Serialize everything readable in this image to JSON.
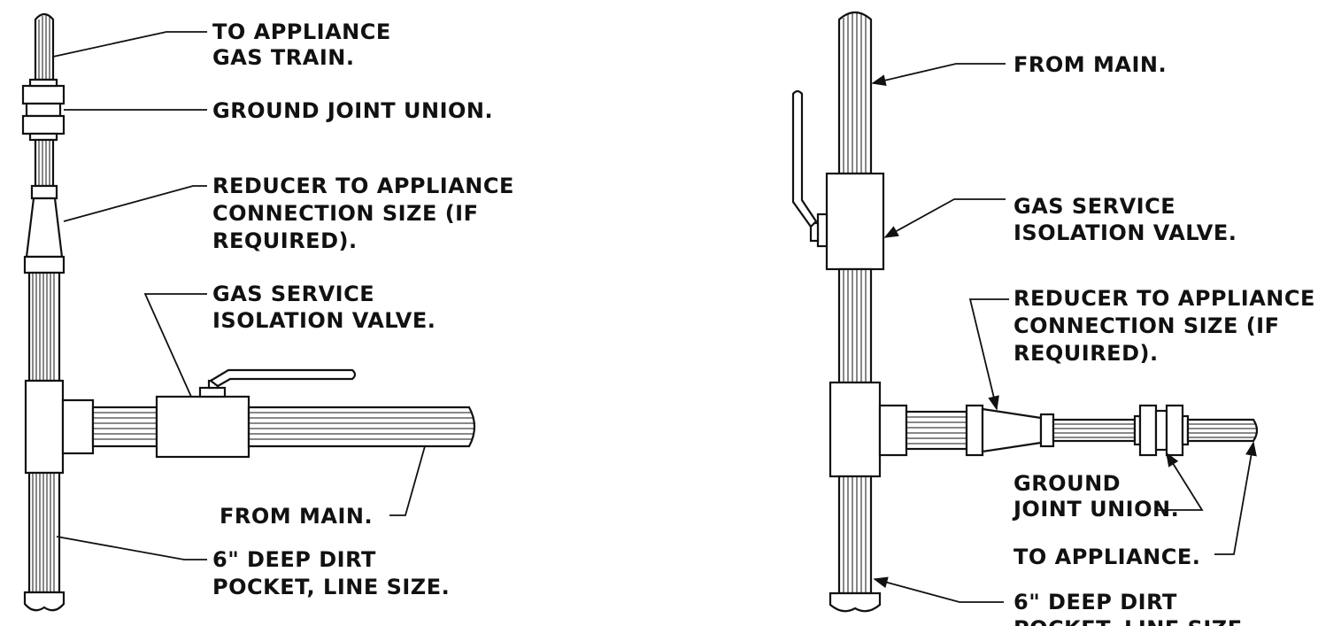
{
  "left_detail": {
    "labels": [
      {
        "line1": "TO APPLIANCE",
        "line2": "GAS TRAIN."
      },
      {
        "line1": "GROUND JOINT UNION."
      },
      {
        "line1": "REDUCER TO APPLIANCE",
        "line2": "CONNECTION SIZE (IF",
        "line3": "REQUIRED)."
      },
      {
        "line1": "GAS SERVICE",
        "line2": "ISOLATION VALVE."
      },
      {
        "line1": "FROM MAIN."
      },
      {
        "line1": "6\" DEEP DIRT",
        "line2": "POCKET, LINE SIZE."
      }
    ]
  },
  "right_detail": {
    "labels": [
      {
        "line1": "FROM MAIN."
      },
      {
        "line1": "GAS SERVICE",
        "line2": "ISOLATION VALVE."
      },
      {
        "line1": "REDUCER TO APPLIANCE",
        "line2": "CONNECTION SIZE (IF",
        "line3": "REQUIRED)."
      },
      {
        "line1": "GROUND",
        "line2": "JOINT UNION."
      },
      {
        "line1": "TO APPLIANCE."
      },
      {
        "line1": "6\" DEEP DIRT",
        "line2": "POCKET, LINE SIZE."
      }
    ]
  }
}
